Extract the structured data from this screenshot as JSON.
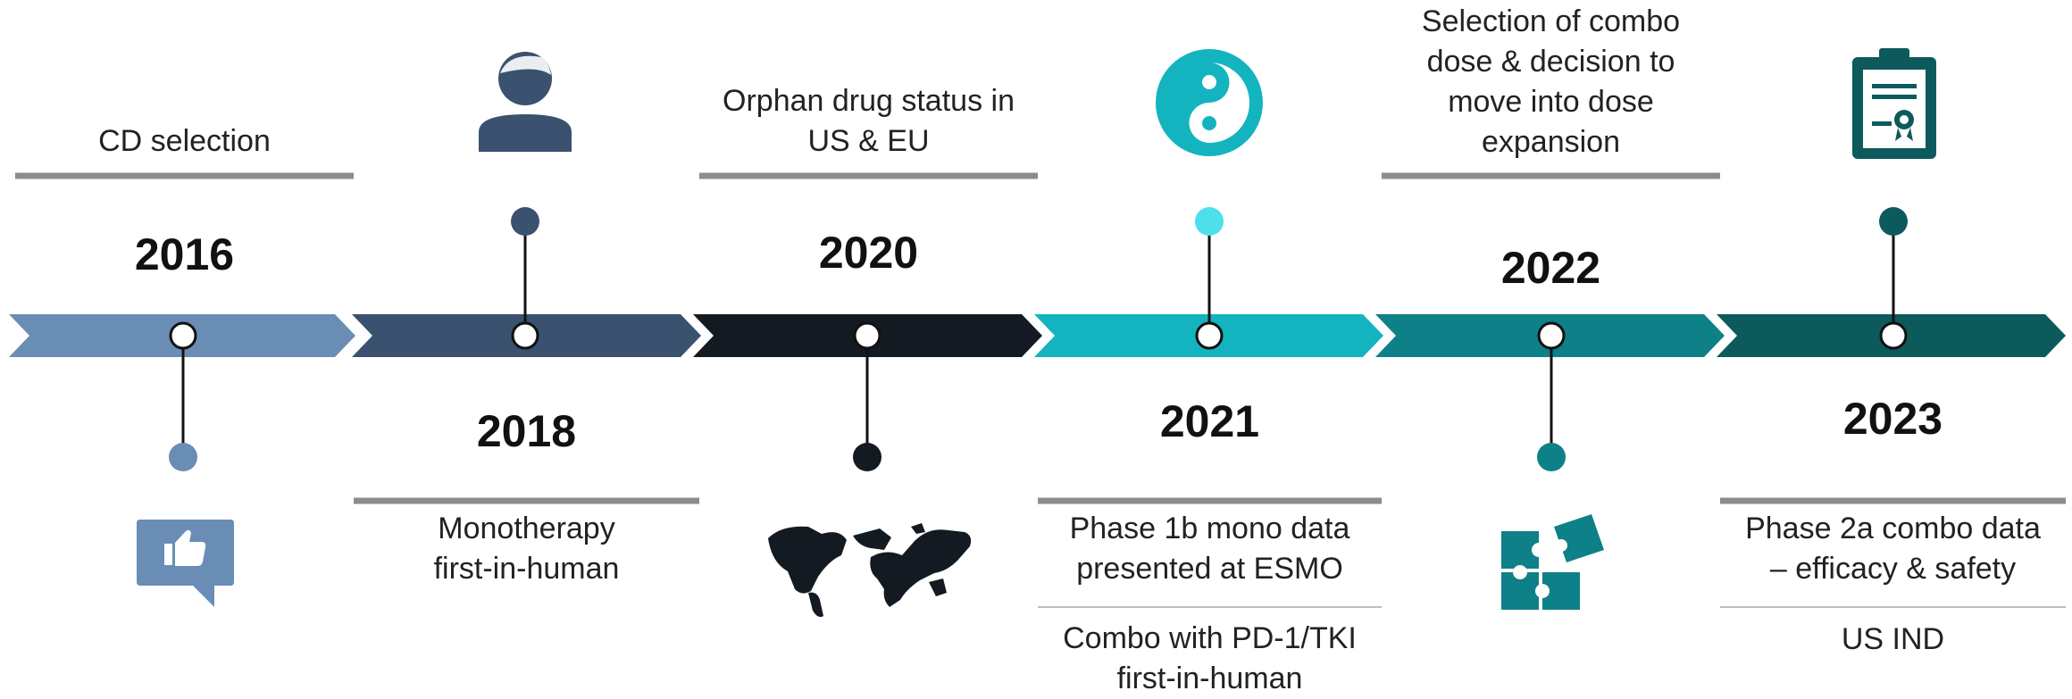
{
  "milestones": [
    {
      "year": "2016",
      "text": "CD selection",
      "color": "#6a8db5",
      "icon": "thumbs-up-icon"
    },
    {
      "year": "2018",
      "text_line1": "Monotherapy",
      "text_line2": "first-in-human",
      "color": "#3b5170",
      "icon": "person-icon"
    },
    {
      "year": "2020",
      "text_line1": "Orphan drug status in",
      "text_line2": "US & EU",
      "color": "#141a21",
      "icon": "world-map-icon"
    },
    {
      "year": "2021",
      "text_a_line1": "Phase 1b mono data",
      "text_a_line2": "presented at ESMO",
      "text_b_line1": "Combo with PD-1/TKI",
      "text_b_line2": "first-in-human",
      "color": "#13b4bf",
      "dot_color": "#4de0ec",
      "icon": "yin-yang-icon"
    },
    {
      "year": "2022",
      "text_line1": "Selection of combo",
      "text_line2": "dose & decision to",
      "text_line3": "move into dose",
      "text_line4": "expansion",
      "color": "#0e8088",
      "icon": "puzzle-icon"
    },
    {
      "year": "2023",
      "text_a_line1": "Phase 2a combo data",
      "text_a_line2": "– efficacy & safety",
      "text_b": "US IND",
      "color": "#0d5a5c",
      "icon": "certificate-icon"
    }
  ],
  "colors": {
    "rule": "#8c8c8c",
    "divider": "#bdbdbd"
  }
}
